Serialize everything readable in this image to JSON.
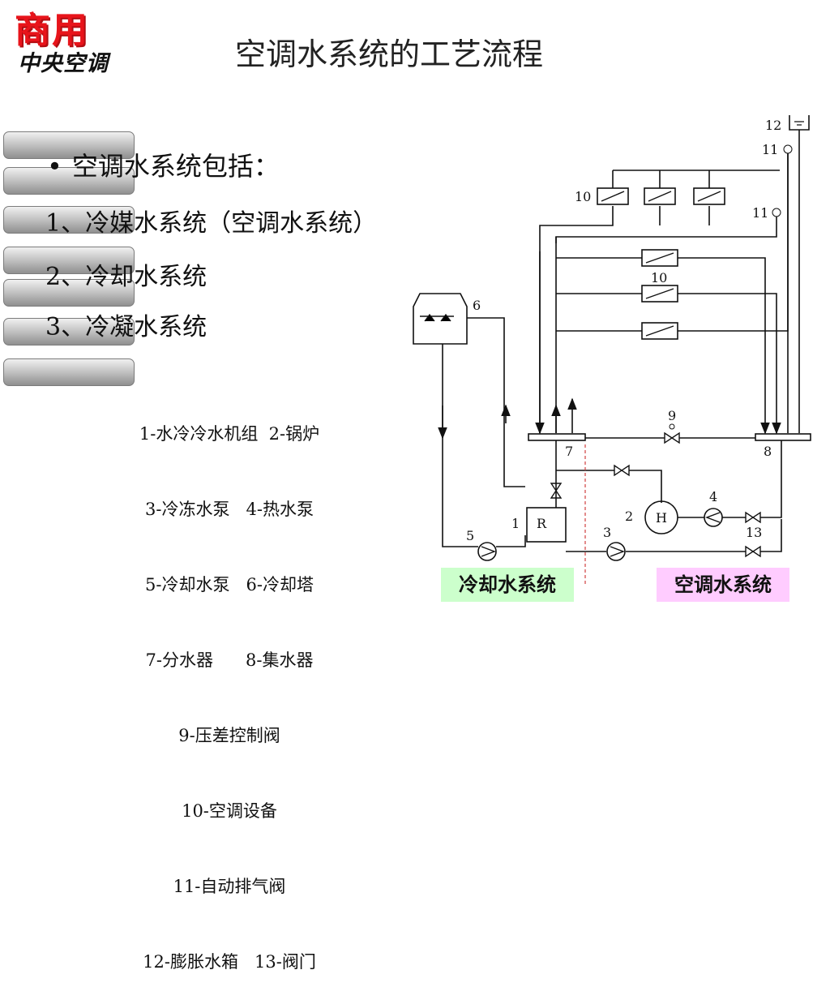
{
  "logo": {
    "top": "商用",
    "bottom": "中央空调"
  },
  "title": "空调水系统的工艺流程",
  "bullet": "空调水系统包括：",
  "items": [
    "1、冷媒水系统（空调水系统）",
    "2、冷却水系统",
    "3、冷凝水系统"
  ],
  "legend": [
    "1-水冷冷水机组  2-锅炉",
    "3-冷冻水泵   4-热水泵",
    "5-冷却水泵   6-冷却塔",
    "7-分水器      8-集水器",
    "9-压差控制阀",
    "10-空调设备",
    "11-自动排气阀",
    "12-膨胀水箱   13-阀门"
  ],
  "diagram": {
    "n1": "1",
    "n2": "2",
    "n3": "3",
    "n4": "4",
    "n5": "5",
    "n6": "6",
    "n7": "7",
    "n8": "8",
    "n9": "9",
    "n10a": "10",
    "n10b": "10",
    "n11a": "11",
    "n11b": "11",
    "n12": "12",
    "n13": "13",
    "chiller": "R",
    "boiler": "H"
  },
  "labels": {
    "cooling": "冷却水系统",
    "ac": "空调水系统"
  }
}
